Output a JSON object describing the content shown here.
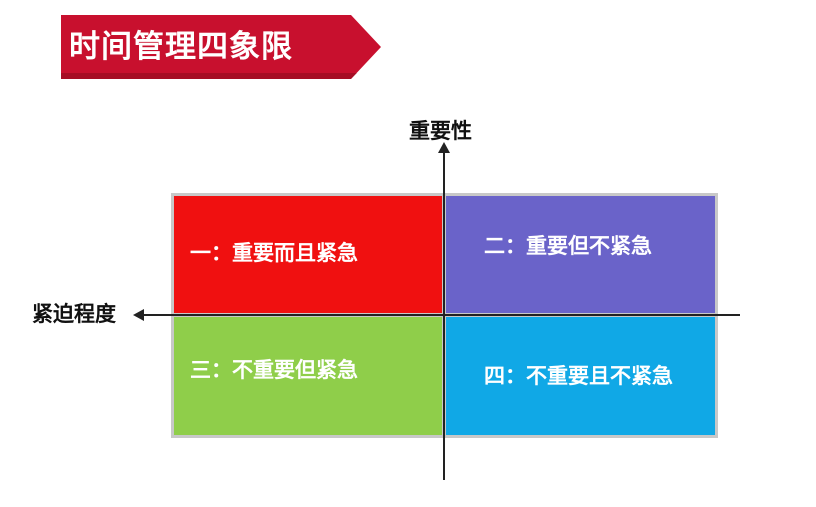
{
  "title": "时间管理四象限",
  "axes": {
    "vertical_label": "重要性",
    "horizontal_label": "紧迫程度"
  },
  "quadrants": [
    {
      "label": "一：重要而且紧急",
      "color": "#f01010"
    },
    {
      "label": "二：重要但不紧急",
      "color": "#6a63c9"
    },
    {
      "label": "三：不重要但紧急",
      "color": "#8fce4a"
    },
    {
      "label": "四：不重要且不紧急",
      "color": "#10a8e6"
    }
  ],
  "colors": {
    "banner": "#c8102e",
    "banner_shadow": "#7d0a18",
    "axis": "#222222",
    "quadrant_border": "#c8c8c8"
  }
}
